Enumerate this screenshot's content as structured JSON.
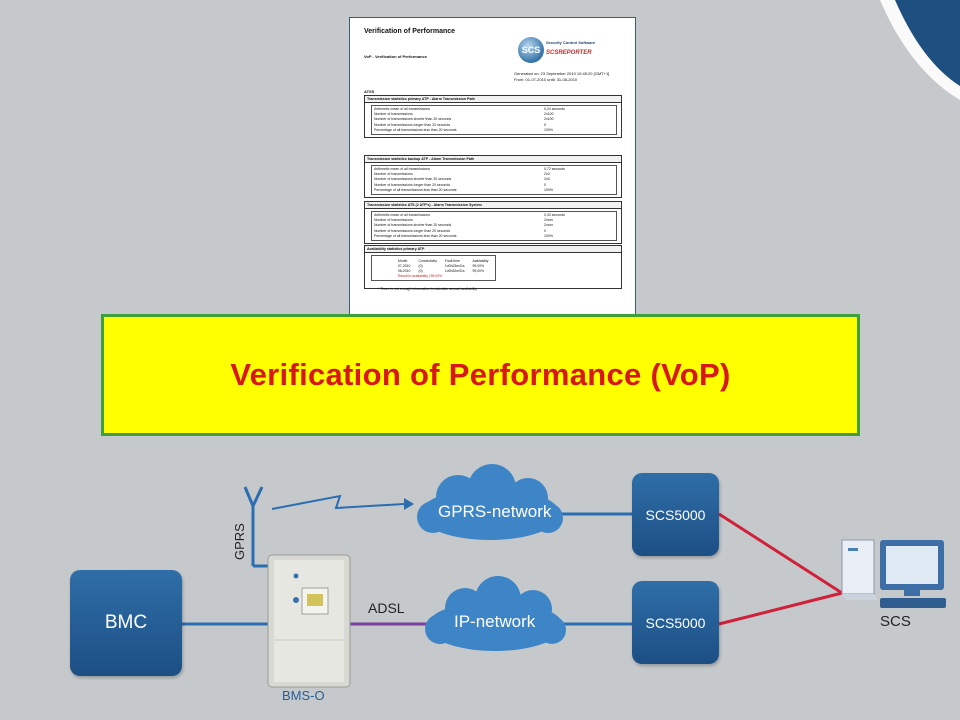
{
  "document": {
    "title": "Verification of Performance",
    "subtitle": "VoP - Verification of Performance",
    "logo_badge": "SCS",
    "logo_line1": "Security Control Software",
    "logo_line2": "SCSREPORTER",
    "meta_line1": "Generated on: 23 September 2010 10:45:20 [GMT+1]",
    "meta_line2": "From: 01-07-2010 until: 31-08-2010",
    "section_label": "ATS5",
    "sections": [
      {
        "heading": "Transmission statistics primary ATP - Alarm Transmission Path",
        "rows": [
          {
            "label": "Arithmetic mean of all transmissions",
            "value": "0,24 seconds"
          },
          {
            "label": "Number of transmissions",
            "value": "2x100"
          },
          {
            "label": "Number of transmissions shorter than 20 seconds",
            "value": "2x100"
          },
          {
            "label": "Number of transmissions longer than 20 seconds",
            "value": "0"
          },
          {
            "label": "Percentage of all transmissions less than 20 seconds",
            "value": "100%"
          }
        ]
      },
      {
        "heading": "Transmission statistics backup ATP - Alarm Transmission Path",
        "rows": [
          {
            "label": "Arithmetic mean of all transmissions",
            "value": "0,72 seconds"
          },
          {
            "label": "Number of transmissions",
            "value": "2x0"
          },
          {
            "label": "Number of transmissions shorter than 20 seconds",
            "value": "2x0"
          },
          {
            "label": "Number of transmissions longer than 20 seconds",
            "value": "0"
          },
          {
            "label": "Percentage of all transmissions less than 20 seconds",
            "value": "100%"
          }
        ]
      },
      {
        "heading": "Transmission statistics ATS (2 ATP's) - Alarm Transmission System",
        "rows": [
          {
            "label": "Arithmetic mean of all transmissions",
            "value": "0,33 seconds"
          },
          {
            "label": "Number of transmissions",
            "value": "2xxxx"
          },
          {
            "label": "Number of transmissions shorter than 20 seconds",
            "value": "2xxxx"
          },
          {
            "label": "Number of transmissions longer than 20 seconds",
            "value": "0"
          },
          {
            "label": "Percentage of all transmissions less than 20 seconds",
            "value": "100%"
          }
        ]
      }
    ],
    "availability": {
      "heading": "Availability statistics primary ATP",
      "columns": [
        "Month",
        "Connectivity",
        "Fault time",
        "Availability"
      ],
      "rows": [
        [
          "07-2010",
          "(0)",
          "1d0h23m41s",
          "99,00%"
        ],
        [
          "08-2010",
          "(0)",
          "1d0h32m31s",
          "99,00%"
        ]
      ],
      "result": "Result in availability | 99,00%"
    },
    "footnote": "* There is not enough information to calculate annual availability"
  },
  "banner": {
    "text": "Verification of Performance (VoP)"
  },
  "network": {
    "bmc": "BMC",
    "bms_o": "BMS-O",
    "gprs": "GPRS",
    "adsl": "ADSL",
    "gprs_network": "GPRS-network",
    "ip_network": "IP-network",
    "scs5000_top": "SCS5000",
    "scs5000_bottom": "SCS5000",
    "scs": "SCS"
  },
  "colors": {
    "background": "#c6c9cc",
    "accent_blue": "#1c4f84",
    "banner_fill": "#ffff00",
    "banner_border": "#3fa03a",
    "banner_text": "#d81818",
    "red_link": "#d0203a",
    "blue_link": "#2a6db0",
    "purple_link": "#7b3fa0"
  }
}
